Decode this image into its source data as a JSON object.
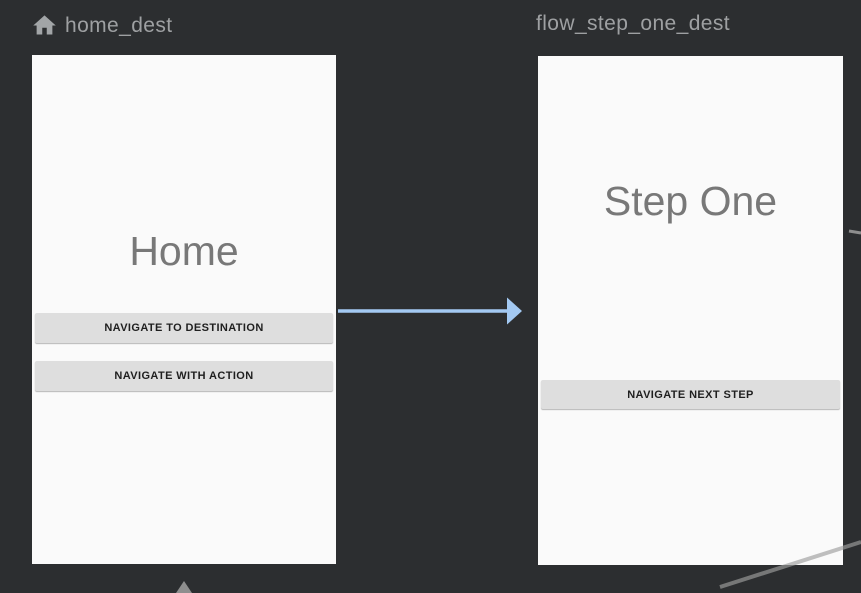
{
  "editor": {
    "name": "navigation-graph-editor",
    "background": "#2C2E30"
  },
  "destinations": [
    {
      "label": "home_dest",
      "icon": "home-icon",
      "is_start_destination": true,
      "screen": {
        "title": "Home",
        "buttons": [
          {
            "label": "NAVIGATE TO DESTINATION"
          },
          {
            "label": "NAVIGATE WITH ACTION"
          }
        ]
      }
    },
    {
      "label": "flow_step_one_dest",
      "screen": {
        "title": "Step One",
        "buttons": [
          {
            "label": "NAVIGATE NEXT STEP"
          }
        ]
      }
    }
  ],
  "edges": {
    "action_color": "#A3C9F2",
    "inactive_color": "#8E8E8E",
    "inactive_color_translucent": "rgba(158,158,158,0.65)"
  },
  "colors": {
    "card_bg": "#FAFAFA",
    "header_text": "#9EA0A2",
    "icon_gray": "#A2A5A7",
    "screen_title": "#787878",
    "button_bg": "#DEDEDE",
    "button_text": "#1F1F1F"
  }
}
